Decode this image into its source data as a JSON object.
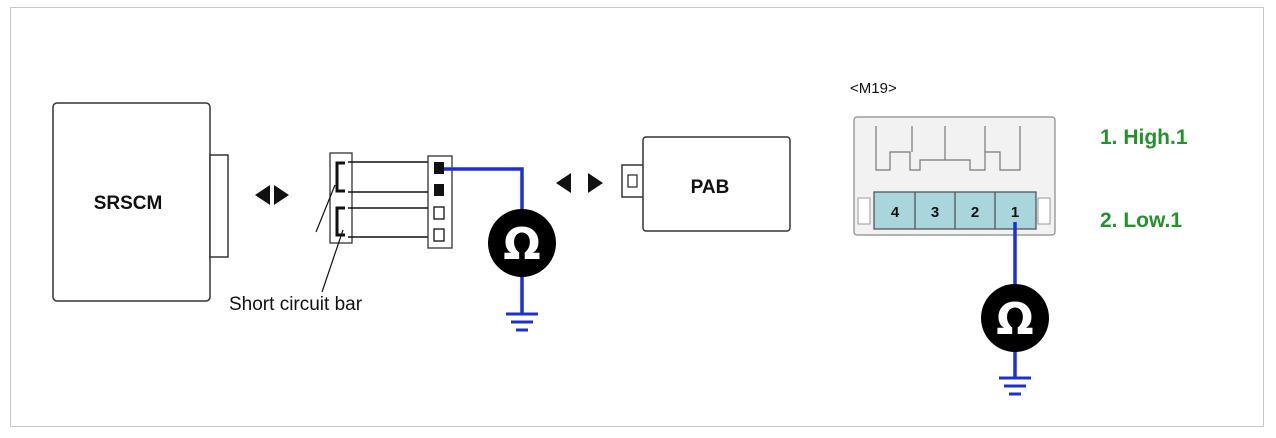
{
  "modules": {
    "srscm": "SRSCM",
    "pab": "PAB"
  },
  "short_circuit_label": "Short circuit bar",
  "connector": {
    "id": "<M19>",
    "pins": [
      "4",
      "3",
      "2",
      "1"
    ]
  },
  "legend": [
    {
      "text": "1. High.1"
    },
    {
      "text": "2. Low.1"
    }
  ],
  "colors": {
    "wire": "#1f2fd8",
    "legend_text": "#22922b",
    "pin_fill": "#a9d6dd",
    "frame": "#c8c8c8"
  },
  "icons": {
    "arrow": "double-triangle-arrow",
    "meter": "ohm-meter-icon",
    "ground": "ground-icon"
  }
}
